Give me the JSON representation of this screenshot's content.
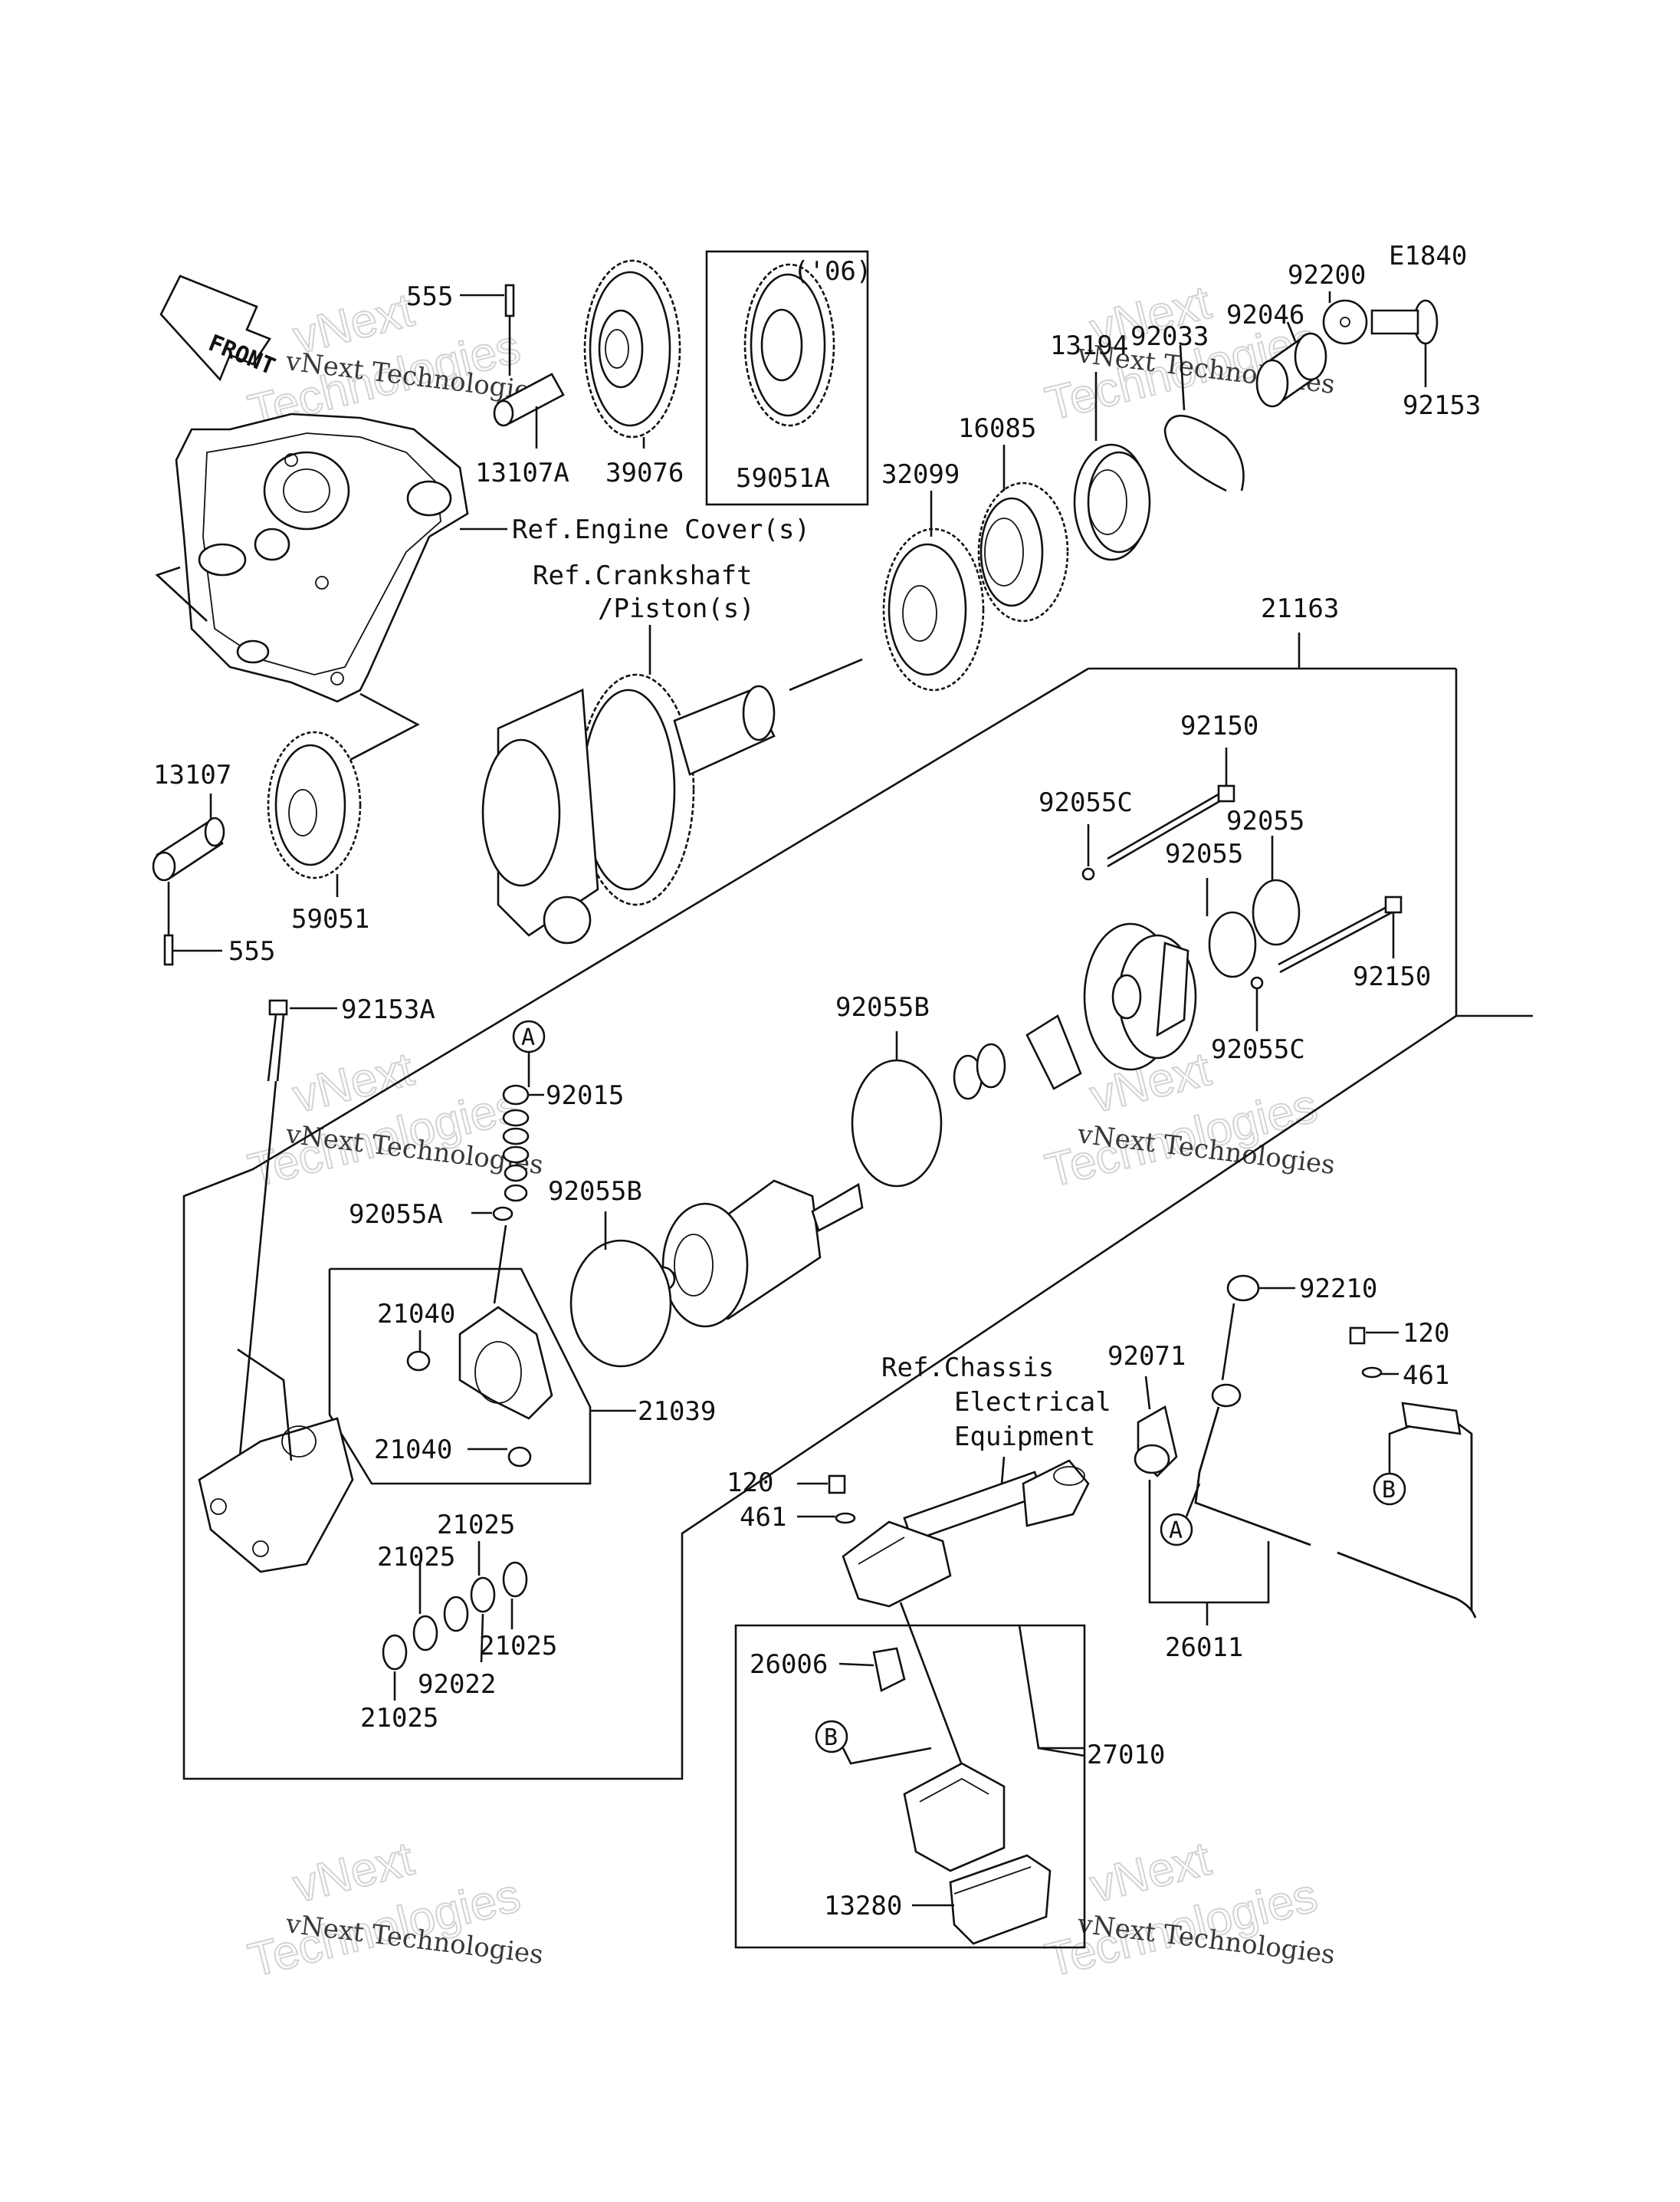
{
  "diagram": {
    "code": "E1840",
    "front_label": "FRONT",
    "year_note": "('06)",
    "watermark": {
      "line1": "vNext Technologies",
      "line2": "vNext",
      "line3": "Technologies"
    },
    "refs": {
      "engine_cover": "Ref.Engine Cover(s)",
      "crankshaft_1": "Ref.Crankshaft",
      "crankshaft_2": "/Piston(s)",
      "chassis_1": "Ref.Chassis",
      "chassis_2": "Electrical",
      "chassis_3": "Equipment"
    },
    "circle_letters": {
      "a": "A",
      "b": "B"
    },
    "labels": [
      "555",
      "13107A",
      "39076",
      "59051A",
      "92200",
      "92046",
      "92033",
      "13194",
      "16085",
      "32099",
      "92153",
      "21163",
      "13107",
      "59051",
      "555",
      "92150",
      "92055C",
      "92055",
      "92055",
      "92150",
      "92055C",
      "92153A",
      "92015",
      "92055B",
      "92055B",
      "92055A",
      "21040",
      "21040",
      "21039",
      "21025",
      "21025",
      "21025",
      "21025",
      "92022",
      "92210",
      "92071",
      "120",
      "461",
      "120",
      "461",
      "26011",
      "26006",
      "27010",
      "13280"
    ]
  }
}
